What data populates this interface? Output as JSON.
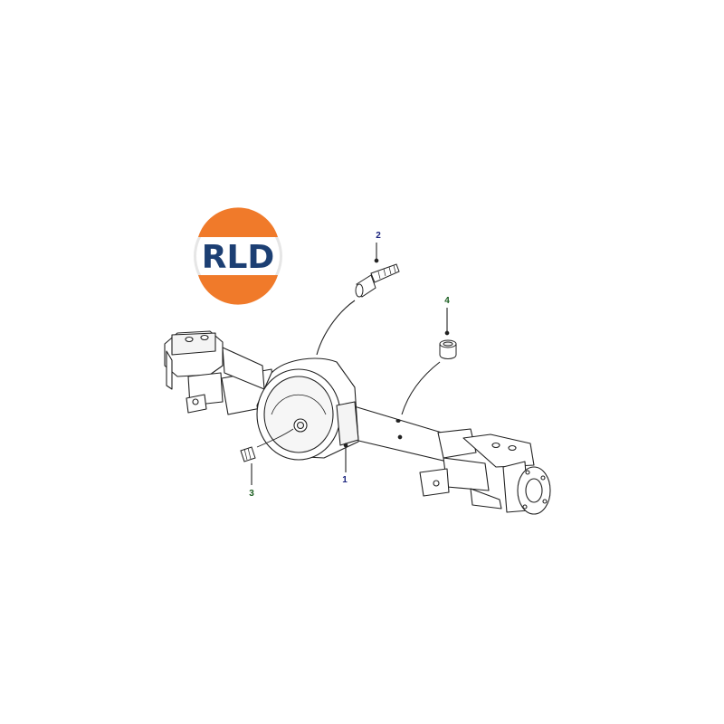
{
  "logo": {
    "text": "RLD",
    "colors": {
      "top": "#f07a2a",
      "bottom": "#f07a2a",
      "band": "#ffffff",
      "text": "#1c3f73",
      "rim": "#d8d8d8"
    }
  },
  "callouts": [
    {
      "label": "1",
      "color": "#1a237e"
    },
    {
      "label": "2",
      "color": "#1a237e"
    },
    {
      "label": "3",
      "color": "#1b5e20"
    },
    {
      "label": "4",
      "color": "#1b5e20"
    }
  ],
  "diagram": {
    "line_color": "#222222",
    "fill_color": "#ffffff",
    "shade_color": "#f1f1f1"
  }
}
